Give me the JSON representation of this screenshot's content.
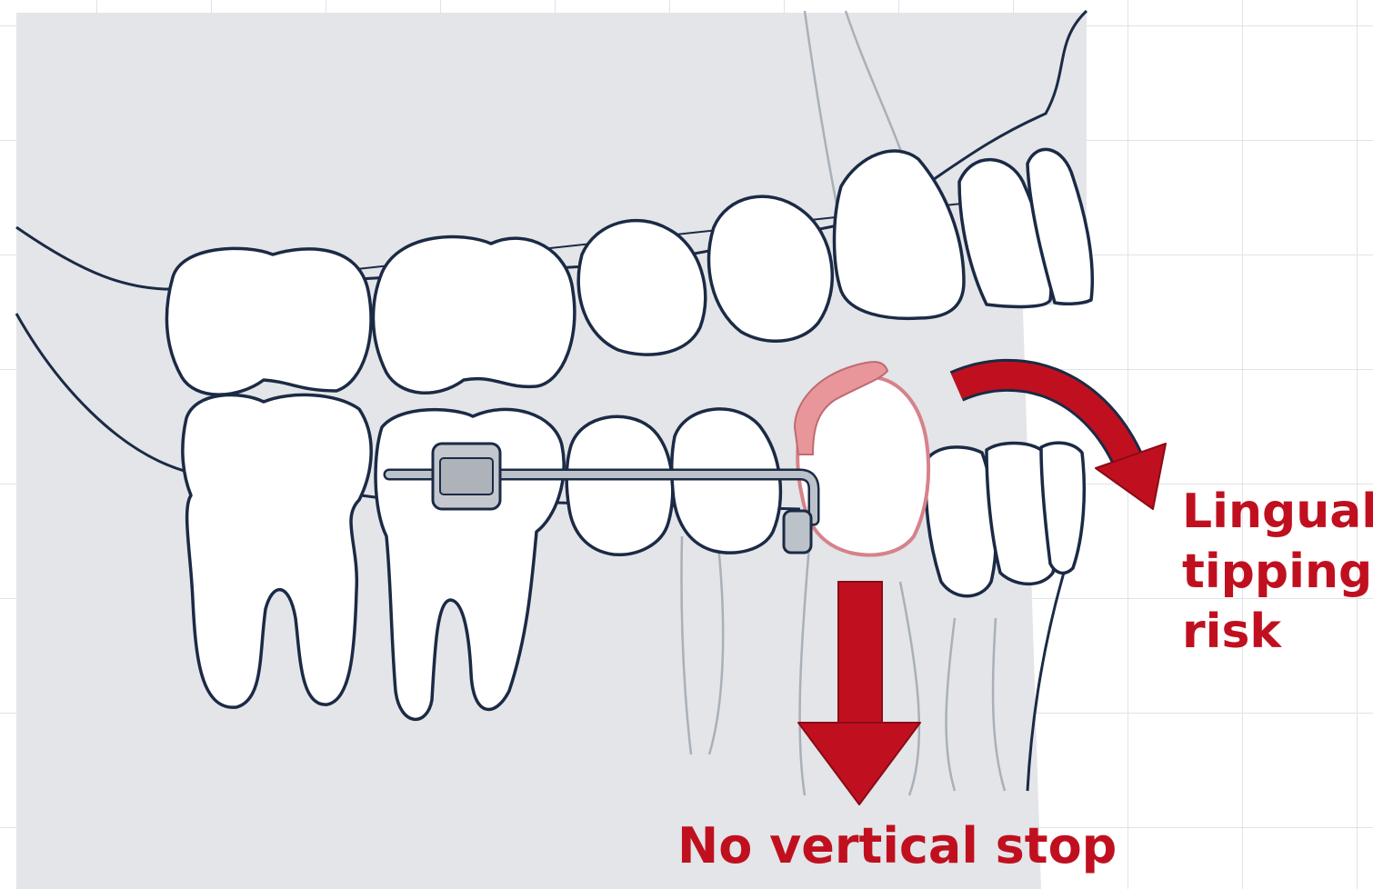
{
  "labels": {
    "lingual_tipping_risk": [
      "Lingual",
      "tipping",
      "risk"
    ],
    "no_vertical_stop": "No vertical stop"
  },
  "colors": {
    "outline": "#1b2a45",
    "gum_fill": "#e3e5e8",
    "arrow": "#c0101f",
    "clasp": "#e8969a",
    "highlight_tooth": "#d6828a",
    "wire": "#bcc2c9",
    "faint_root": "#a9b0b8"
  }
}
